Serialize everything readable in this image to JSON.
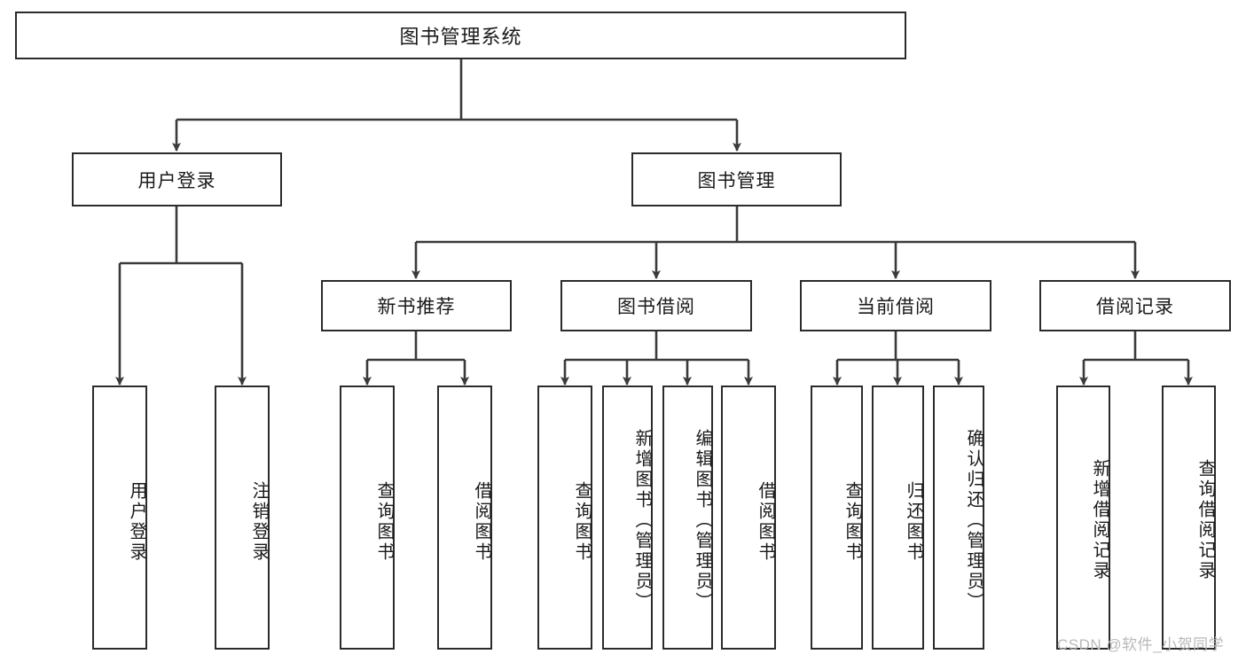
{
  "diagram": {
    "type": "tree-hierarchy",
    "title": "图书管理系统",
    "watermark": "CSDN @软件_小贺同学",
    "colors": {
      "box_border": "#2b2b2b",
      "box_fill": "#ffffff",
      "edge": "#3a3a3a",
      "text": "#1a1a1a",
      "watermark": "#b9b9b9",
      "background": "#ffffff"
    },
    "nodes": {
      "root": {
        "label": "图书管理系统",
        "level": 0,
        "orientation": "horizontal"
      },
      "level1": [
        {
          "id": "user-login",
          "label": "用户登录",
          "orientation": "horizontal"
        },
        {
          "id": "book-manage",
          "label": "图书管理",
          "orientation": "horizontal"
        }
      ],
      "level2": [
        {
          "id": "new-book-recommend",
          "label": "新书推荐",
          "orientation": "horizontal",
          "parent": "book-manage"
        },
        {
          "id": "book-borrow",
          "label": "图书借阅",
          "orientation": "horizontal",
          "parent": "book-manage"
        },
        {
          "id": "current-borrow",
          "label": "当前借阅",
          "orientation": "horizontal",
          "parent": "book-manage"
        },
        {
          "id": "borrow-record",
          "label": "借阅记录",
          "orientation": "horizontal",
          "parent": "book-manage"
        }
      ],
      "leaves": [
        {
          "id": "leaf-user-login",
          "label": "用户登录",
          "parent": "user-login",
          "orientation": "vertical"
        },
        {
          "id": "leaf-user-logout",
          "label": "注销登录",
          "parent": "user-login",
          "orientation": "vertical"
        },
        {
          "id": "leaf-query-book-1",
          "label": "查询图书",
          "parent": "new-book-recommend",
          "orientation": "vertical"
        },
        {
          "id": "leaf-borrow-book-1",
          "label": "借阅图书",
          "parent": "new-book-recommend",
          "orientation": "vertical"
        },
        {
          "id": "leaf-query-book-2",
          "label": "查询图书",
          "parent": "book-borrow",
          "orientation": "vertical"
        },
        {
          "id": "leaf-add-book",
          "label": "新增图书（管理员）",
          "parent": "book-borrow",
          "orientation": "vertical"
        },
        {
          "id": "leaf-edit-book",
          "label": "编辑图书（管理员）",
          "parent": "book-borrow",
          "orientation": "vertical"
        },
        {
          "id": "leaf-borrow-book-2",
          "label": "借阅图书",
          "parent": "book-borrow",
          "orientation": "vertical"
        },
        {
          "id": "leaf-query-book-3",
          "label": "查询图书",
          "parent": "current-borrow",
          "orientation": "vertical"
        },
        {
          "id": "leaf-return-book",
          "label": "归还图书",
          "parent": "current-borrow",
          "orientation": "vertical"
        },
        {
          "id": "leaf-confirm-return",
          "label": "确认归还（管理员）",
          "parent": "current-borrow",
          "orientation": "vertical"
        },
        {
          "id": "leaf-add-record",
          "label": "新增借阅记录",
          "parent": "borrow-record",
          "orientation": "vertical"
        },
        {
          "id": "leaf-query-record",
          "label": "查询借阅记录",
          "parent": "borrow-record",
          "orientation": "vertical"
        }
      ]
    }
  }
}
